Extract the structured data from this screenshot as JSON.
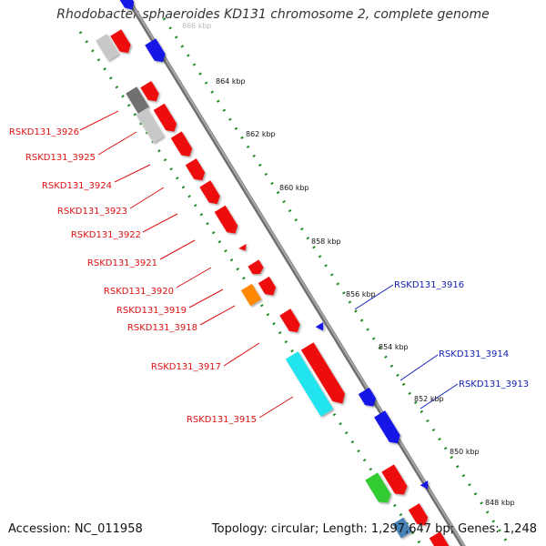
{
  "title": "Rhodobacter sphaeroides KD131 chromosome 2, complete genome",
  "footer": {
    "accession": "Accession: NC_011958",
    "summary": "Topology: circular; Length: 1,297,647 bp; Genes: 1,248"
  },
  "colors": {
    "backbone": "#8c8c8c",
    "tick": "#238c23",
    "label_left": "#dd1111",
    "label_right": "#0f1eb4",
    "gene_red": "#ee1111",
    "gene_grey": "#707070",
    "gene_lightgrey": "#c8c8c8",
    "gene_orange": "#ff8800",
    "gene_cyan": "#22e4ee",
    "gene_blue": "#1414e6",
    "gene_green": "#33cc33"
  },
  "scale_labels": [
    {
      "kbp": 866,
      "text": "866 kbp"
    },
    {
      "kbp": 864,
      "text": "864 kbp"
    },
    {
      "kbp": 862,
      "text": "862 kbp"
    },
    {
      "kbp": 860,
      "text": "860 kbp"
    },
    {
      "kbp": 858,
      "text": "858 kbp"
    },
    {
      "kbp": 856,
      "text": "856 kbp"
    },
    {
      "kbp": 854,
      "text": "854 kbp"
    },
    {
      "kbp": 852,
      "text": "852 kbp"
    },
    {
      "kbp": 850,
      "text": "850 kbp"
    },
    {
      "kbp": 848,
      "text": "848 kbp"
    }
  ],
  "gene_labels_left": [
    "RSKD131_3926",
    "RSKD131_3925",
    "RSKD131_3924",
    "RSKD131_3923",
    "RSKD131_3922",
    "RSKD131_3921",
    "RSKD131_3920",
    "RSKD131_3919",
    "RSKD131_3918",
    "RSKD131_3917",
    "RSKD131_3915"
  ],
  "gene_labels_right": [
    "RSKD131_3916",
    "RSKD131_3914",
    "RSKD131_3913"
  ]
}
